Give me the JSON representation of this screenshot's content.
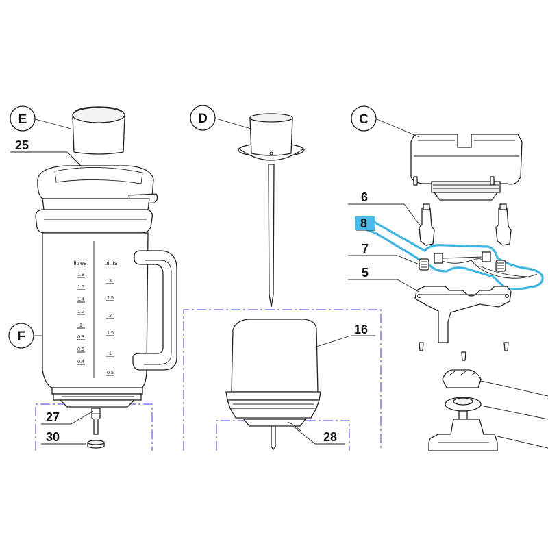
{
  "circle_labels": {
    "E": "E",
    "D": "D",
    "C": "C",
    "F": "F"
  },
  "part_numbers": {
    "p25": "25",
    "p6": "6",
    "p8": "8",
    "p7": "7",
    "p5": "5",
    "p16": "16",
    "p27": "27",
    "p30": "30",
    "p28": "28"
  },
  "jug_scale": {
    "litres_header": "litres",
    "pints_header": "pints",
    "litres": [
      "1.8",
      "1.6",
      "1.4",
      "1.2",
      "1",
      "0.8",
      "0.6",
      "0.4"
    ],
    "pints": [
      "3",
      "2.5",
      "2",
      "1.5",
      "1",
      "0.5"
    ]
  },
  "colors": {
    "highlight": "#3fb6e0",
    "label_highlight": "#4ab8e8",
    "dashed_box": "#3b3bd6",
    "line": "#222222"
  }
}
